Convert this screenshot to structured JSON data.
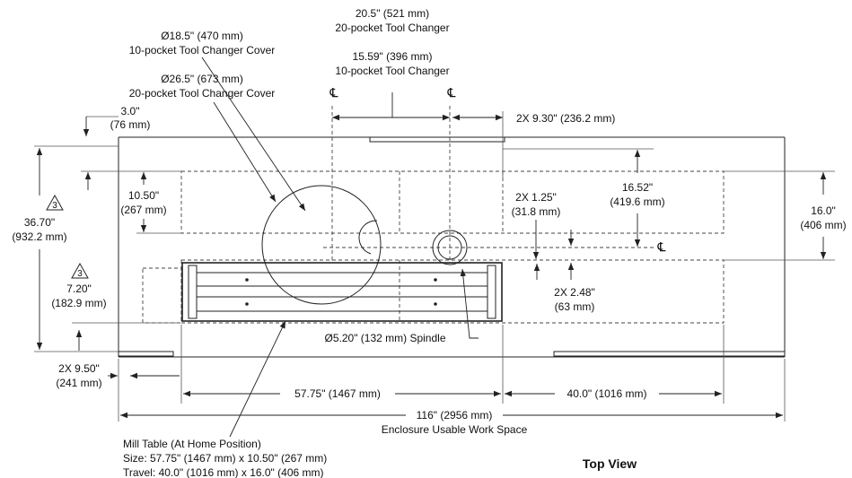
{
  "tool_changer_20": {
    "line1": "20.5\" (521 mm)",
    "line2": "20-pocket Tool Changer"
  },
  "cover_10": {
    "line1": "Ø18.5\" (470 mm)",
    "line2": "10-pocket Tool Changer Cover"
  },
  "tool_changer_10": {
    "line1": "15.59\" (396 mm)",
    "line2": "10-pocket Tool Changer"
  },
  "cover_20": {
    "line1": "Ø26.5\" (673 mm)",
    "line2": "20-pocket Tool Changer Cover"
  },
  "centerline_symbol": "℄",
  "dim_930": "2X 9.30\" (236.2 mm)",
  "dim_30": {
    "line1": "3.0\"",
    "line2": "(76 mm)"
  },
  "dim_1050": {
    "line1": "10.50\"",
    "line2": "(267 mm)"
  },
  "dim_3670": {
    "line1": "36.70\"",
    "line2": "(932.2 mm)"
  },
  "note_marker": "3",
  "dim_720": {
    "line1": "7.20\"",
    "line2": "(182.9 mm)"
  },
  "dim_125": {
    "line1": "2X 1.25\"",
    "line2": "(31.8 mm)"
  },
  "dim_1652": {
    "line1": "16.52\"",
    "line2": "(419.6 mm)"
  },
  "dim_160": {
    "line1": "16.0\"",
    "line2": "(406 mm)"
  },
  "dim_248": {
    "line1": "2X 2.48\"",
    "line2": "(63 mm)"
  },
  "spindle_label": "Ø5.20\" (132 mm) Spindle",
  "dim_950": {
    "line1": "2X 9.50\"",
    "line2": "(241 mm)"
  },
  "dim_5775": "57.75\" (1467 mm)",
  "dim_400": "40.0\" (1016 mm)",
  "dim_116": {
    "line1": "116\" (2956 mm)",
    "line2": "Enclosure Usable Work Space"
  },
  "mill_table": {
    "line1": "Mill Table (At Home Position)",
    "line2": "Size: 57.75\" (1467 mm) x 10.50\" (267 mm)",
    "line3": "Travel:  40.0\" (1016 mm) x 16.0\" (406 mm)"
  },
  "view_title": "Top View"
}
